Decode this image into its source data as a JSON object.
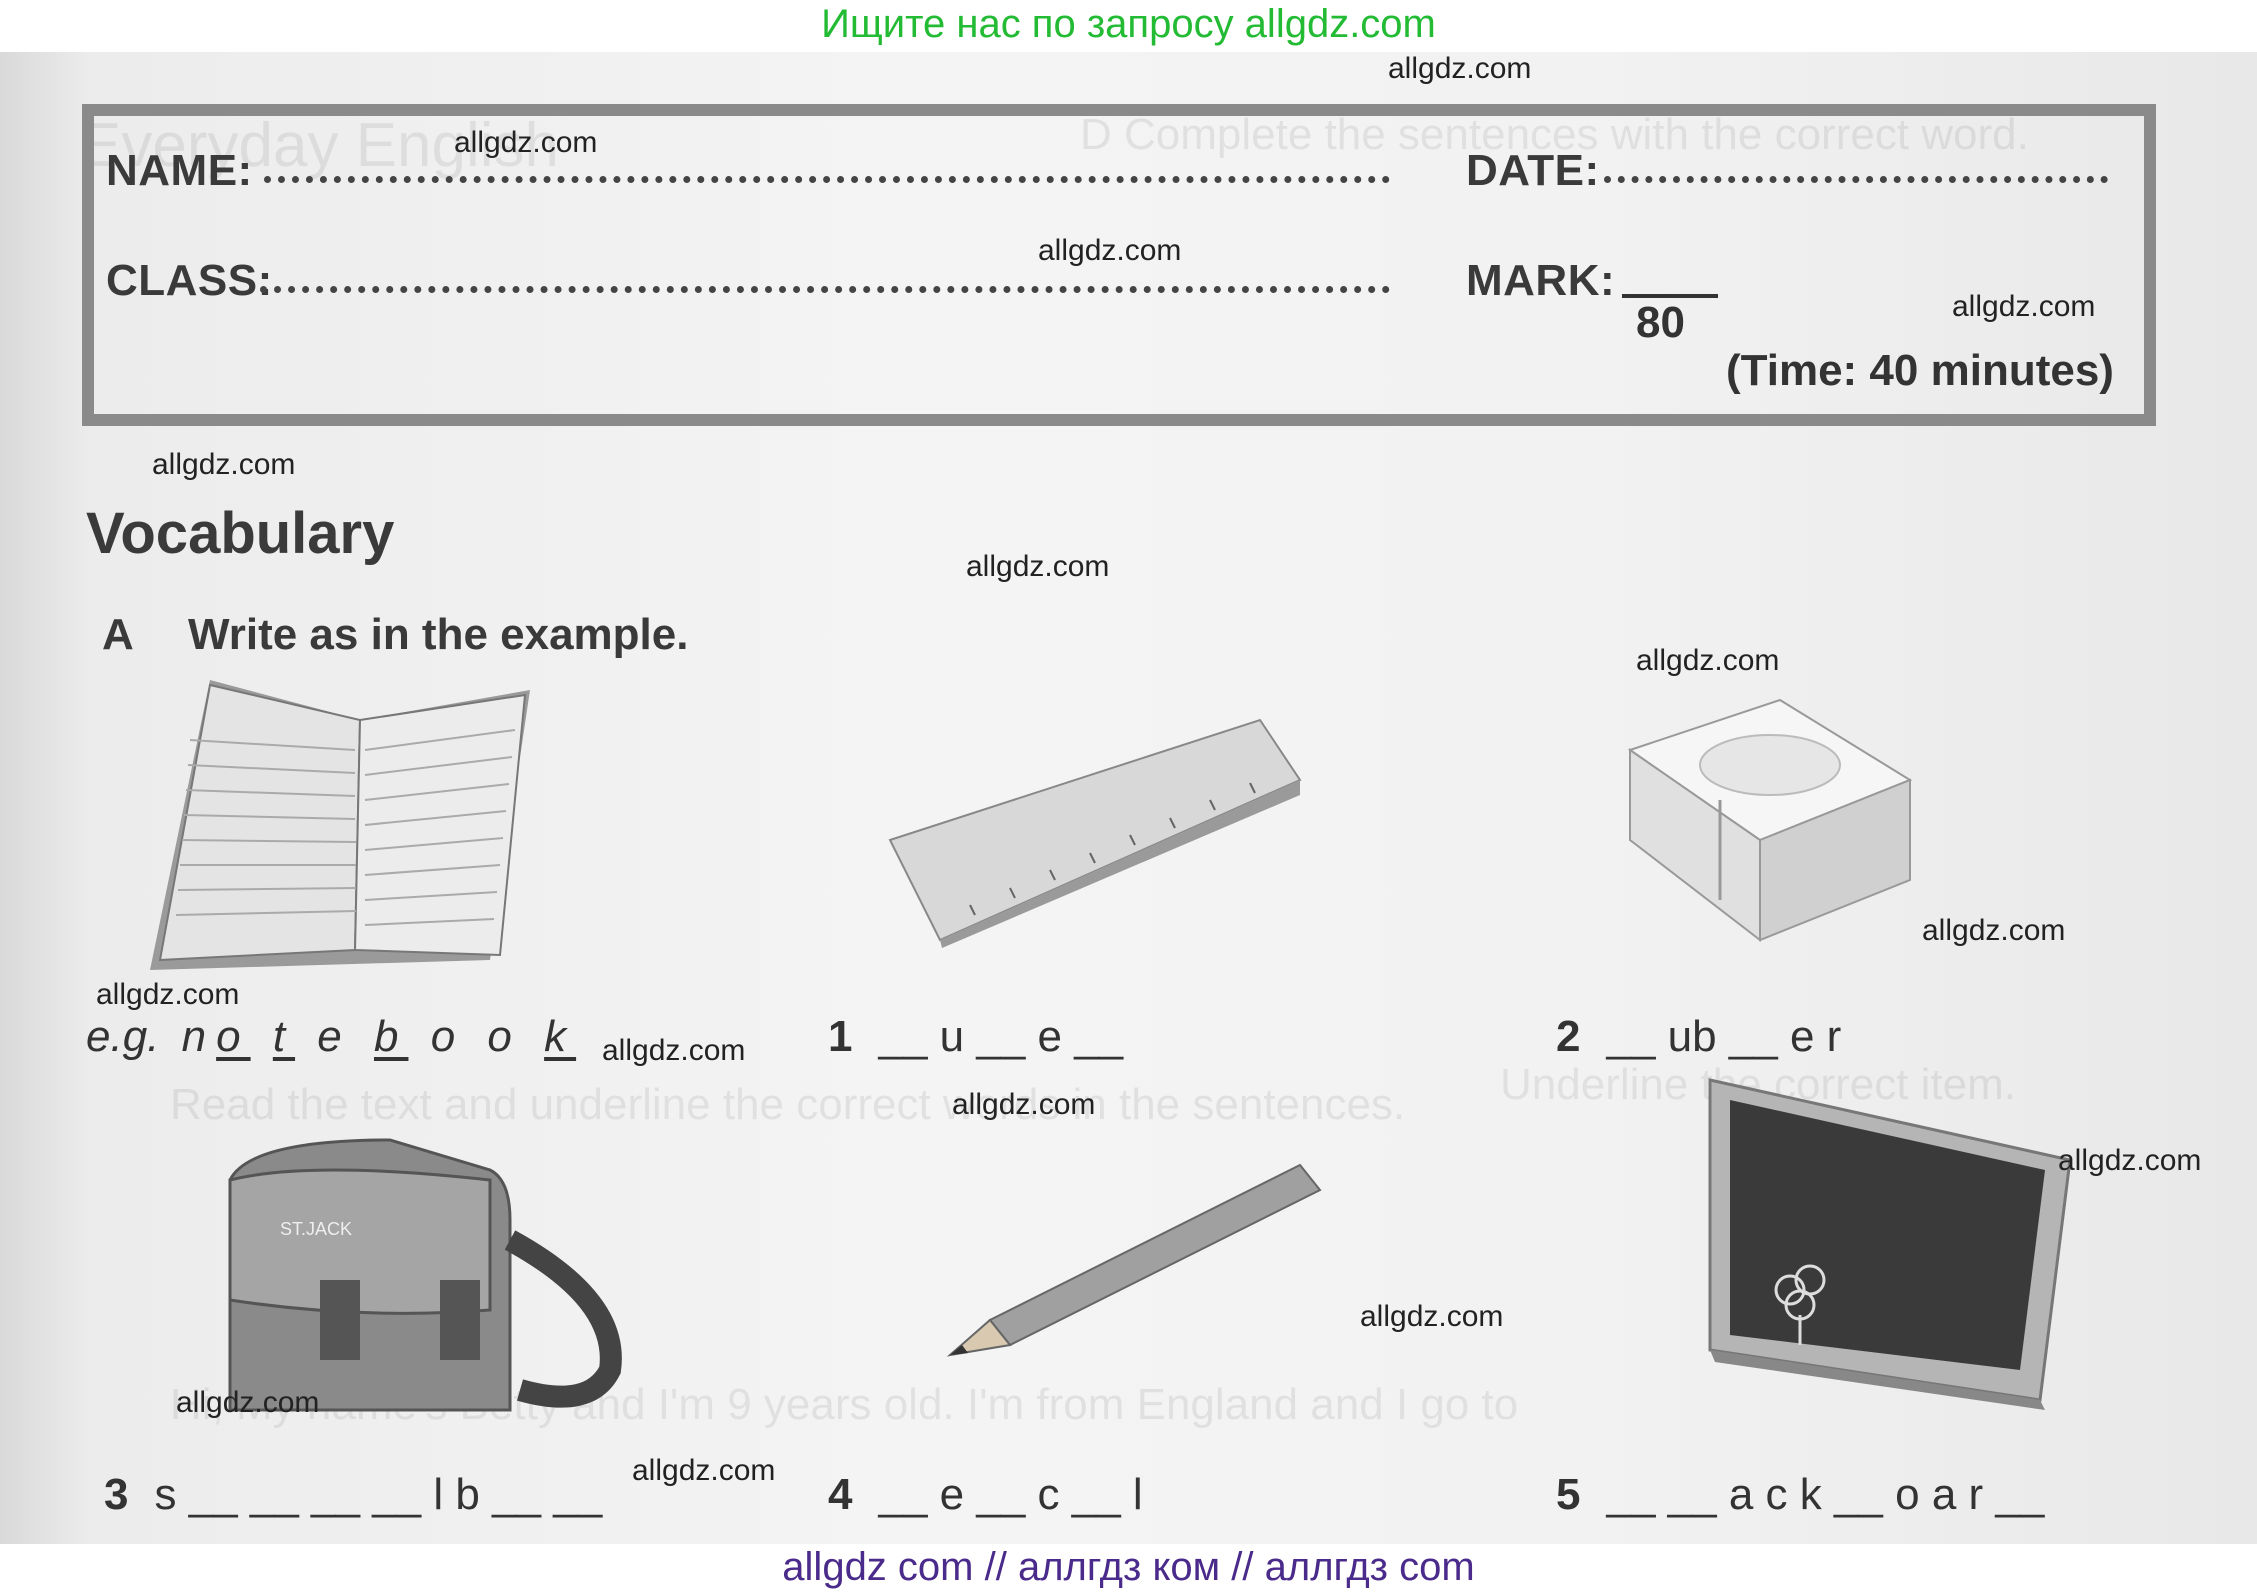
{
  "watermarks": {
    "top": "Ищите нас по запросу allgdz.com",
    "bottom": "allgdz com  //  аллгдз ком  //  аллгдз com",
    "site": "allgdz.com"
  },
  "header": {
    "name_label": "NAME:",
    "date_label": "DATE:",
    "class_label": "CLASS:",
    "mark_label": "MARK:",
    "total": "80",
    "time": "(Time: 40 minutes)"
  },
  "section": {
    "title": "Vocabulary",
    "task_letter": "A",
    "task_text": "Write as in the example."
  },
  "items": [
    {
      "num": "e.g.",
      "word": "notebook",
      "icon": "notebook-icon"
    },
    {
      "num": "1",
      "pattern": "__ u __ e __",
      "icon": "ruler-icon"
    },
    {
      "num": "2",
      "pattern": "__ ub __ e r",
      "icon": "eraser-icon"
    },
    {
      "num": "3",
      "pattern": "s __ __ __ __ l b __ __",
      "icon": "schoolbag-icon"
    },
    {
      "num": "4",
      "pattern": "__ e __ c __ l",
      "icon": "pencil-icon"
    },
    {
      "num": "5",
      "pattern": "__ __ a c k __ o a r __",
      "icon": "blackboard-icon"
    }
  ],
  "colors": {
    "watermark_top": "#22bb33",
    "watermark_bottom": "#4a2a8a",
    "frame": "#8a8a8a"
  }
}
